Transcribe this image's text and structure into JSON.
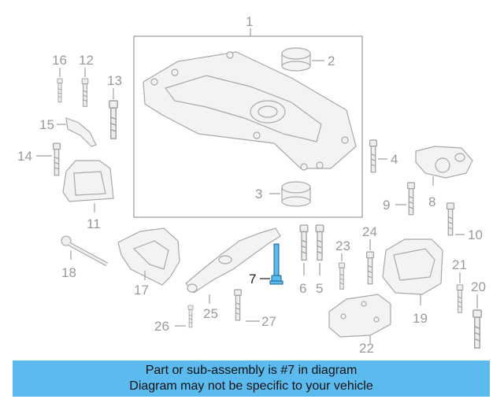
{
  "callouts": {
    "c1": "1",
    "c2": "2",
    "c3": "3",
    "c4": "4",
    "c5": "5",
    "c6": "6",
    "c7": "7",
    "c8": "8",
    "c9": "9",
    "c10": "10",
    "c11": "11",
    "c12": "12",
    "c13": "13",
    "c14": "14",
    "c15": "15",
    "c16": "16",
    "c17": "17",
    "c18": "18",
    "c19": "19",
    "c20": "20",
    "c21": "21",
    "c22": "22",
    "c23": "23",
    "c24": "24",
    "c25": "25",
    "c26": "26",
    "c27": "27"
  },
  "highlight": {
    "part": "7",
    "color": "#5bbbef"
  },
  "banner": {
    "line1": "Part or sub-assembly is #7 in diagram",
    "line2": "Diagram may not be specific to your vehicle",
    "color": "#5bbbef"
  }
}
